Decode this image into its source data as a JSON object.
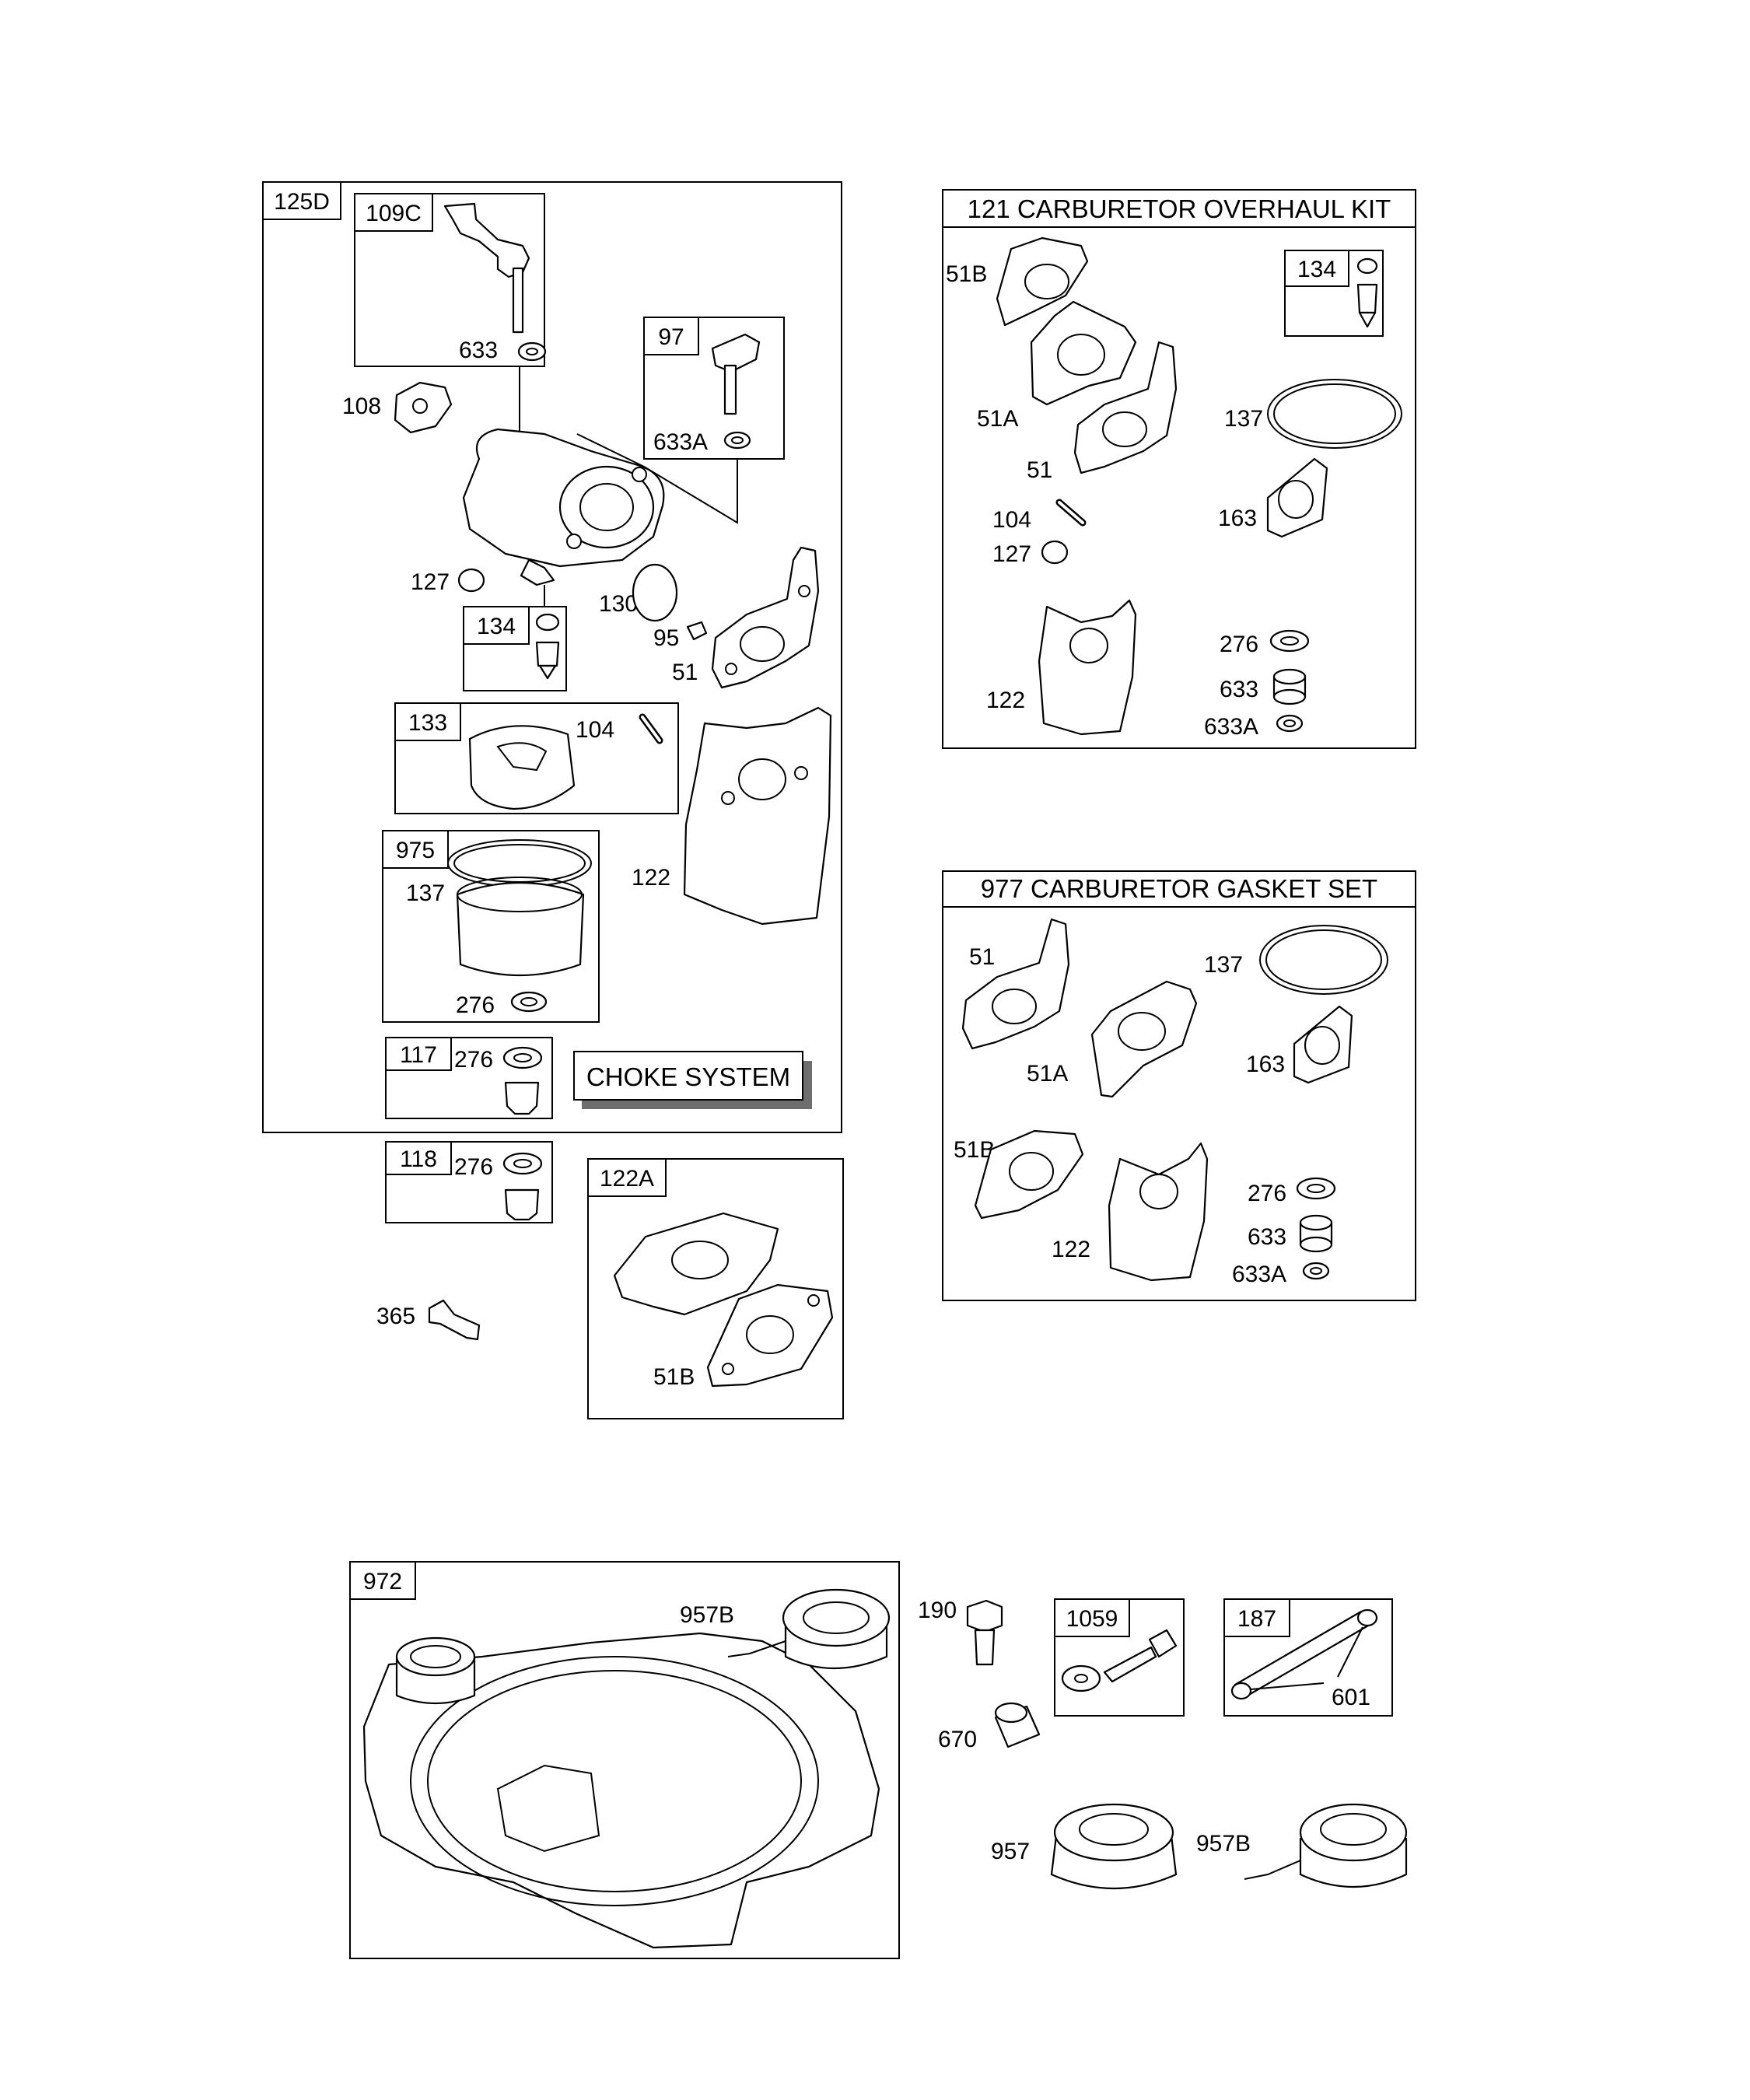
{
  "labels": {
    "l125D": "125D",
    "l109C": "109C",
    "l633": "633",
    "l108": "108",
    "l97": "97",
    "l633A": "633A",
    "l127": "127",
    "l130": "130",
    "l134a": "134",
    "l95": "95",
    "l51": "51",
    "l133": "133",
    "l104": "104",
    "l975": "975",
    "l137": "137",
    "l122": "122",
    "l276a": "276",
    "l117": "117",
    "l276b": "276",
    "l118": "118",
    "l276c": "276",
    "l122A": "122A",
    "l365": "365",
    "l51Ba": "51B",
    "k51B": "51B",
    "k134": "134",
    "k51A": "51A",
    "k137": "137",
    "k51": "51",
    "k104": "104",
    "k163": "163",
    "k127": "127",
    "k276": "276",
    "k122": "122",
    "k633": "633",
    "k633A": "633A",
    "g51": "51",
    "g137": "137",
    "g51A": "51A",
    "g163": "163",
    "g51B": "51B",
    "g276": "276",
    "g122": "122",
    "g633": "633",
    "g633A": "633A",
    "f972": "972",
    "f957B": "957B",
    "f190": "190",
    "f1059": "1059",
    "f187": "187",
    "f601": "601",
    "f670": "670",
    "f957": "957",
    "f957Bb": "957B"
  },
  "titles": {
    "overhaul_kit": "121 CARBURETOR OVERHAUL KIT",
    "gasket_set": "977 CARBURETOR GASKET SET",
    "choke": "CHOKE SYSTEM"
  }
}
